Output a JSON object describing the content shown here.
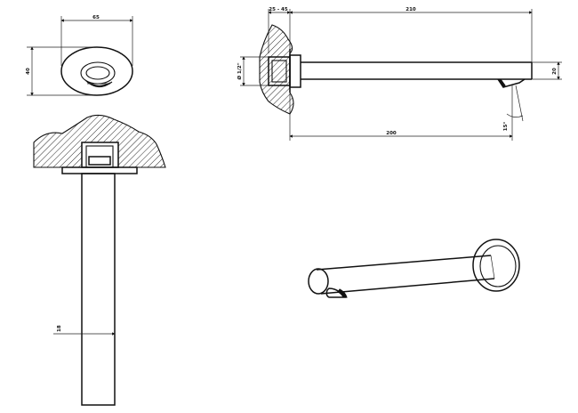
{
  "dimensions": {
    "top_view_width": "65",
    "top_view_height": "40",
    "front_pipe_diameter": "18",
    "side_wall_depth": "25 - 45",
    "side_total_length": "210",
    "side_flange_diameter": "Ø 1/2\"",
    "side_pipe_height": "20",
    "side_spout_angle": "15°",
    "side_projection": "200"
  }
}
